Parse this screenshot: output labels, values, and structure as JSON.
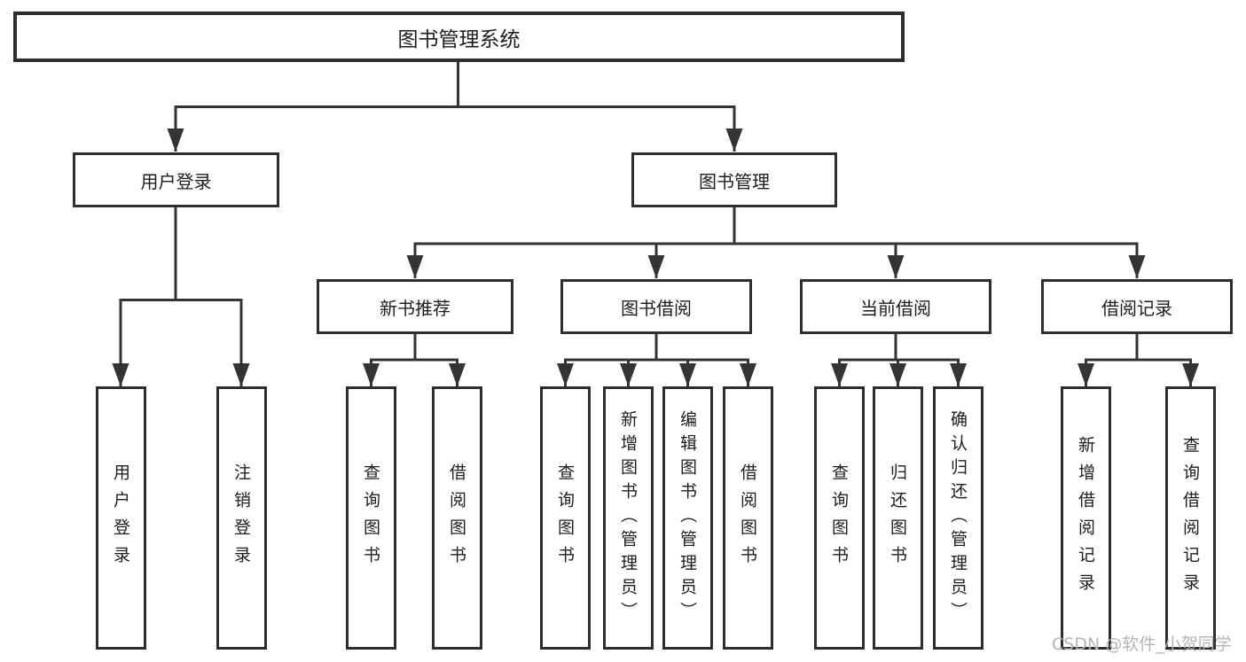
{
  "tree": {
    "root": {
      "label": "图书管理系统"
    },
    "branches": [
      {
        "label": "用户登录",
        "children": [
          {
            "label": "用户登录"
          },
          {
            "label": "注销登录"
          }
        ]
      },
      {
        "label": "图书管理",
        "sections": [
          {
            "label": "新书推荐",
            "children": [
              {
                "label": "查询图书"
              },
              {
                "label": "借阅图书"
              }
            ]
          },
          {
            "label": "图书借阅",
            "children": [
              {
                "label": "查询图书"
              },
              {
                "label": "新增图书（管理员）"
              },
              {
                "label": "编辑图书（管理员）"
              },
              {
                "label": "借阅图书"
              }
            ]
          },
          {
            "label": "当前借阅",
            "children": [
              {
                "label": "查询图书"
              },
              {
                "label": "归还图书"
              },
              {
                "label": "确认归还（管理员）"
              }
            ]
          },
          {
            "label": "借阅记录",
            "children": [
              {
                "label": "新增借阅记录"
              },
              {
                "label": "查询借阅记录"
              }
            ]
          }
        ]
      }
    ]
  },
  "watermark": {
    "text": "CSDN @软件_小贺同学"
  },
  "colors": {
    "line": "#343434",
    "box_border": "#2e2e2e",
    "text": "#1d1d1d",
    "watermark": "#b5b5b5",
    "background": "#ffffff"
  }
}
